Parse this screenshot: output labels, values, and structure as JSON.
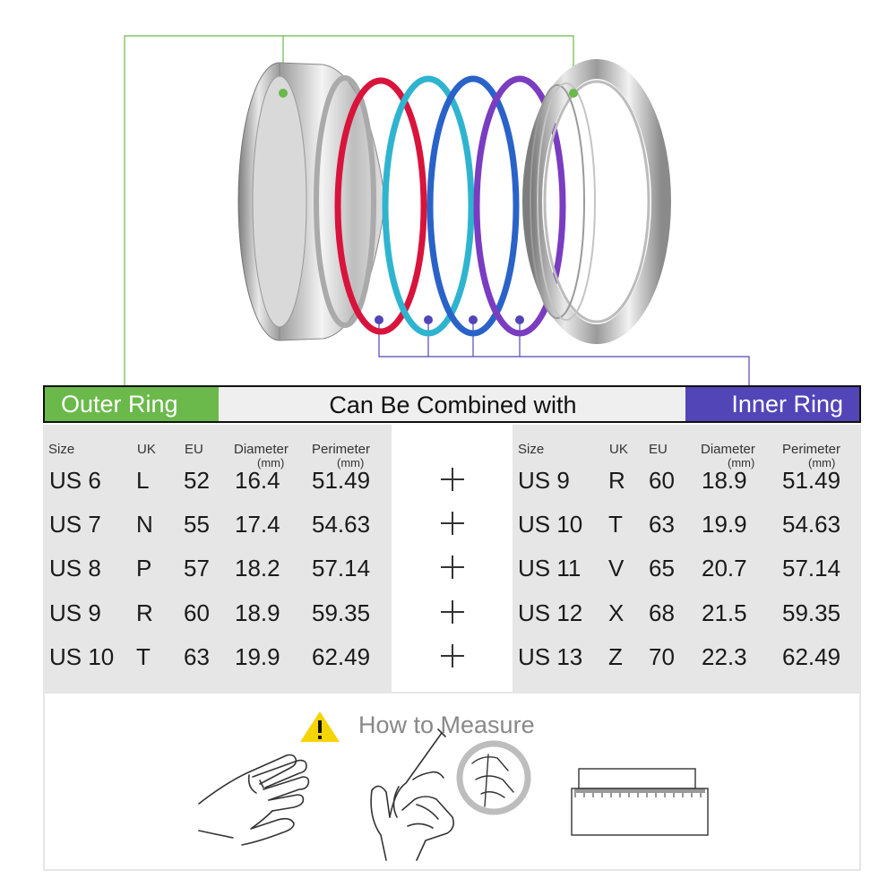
{
  "header": {
    "outer_ring": "Outer Ring",
    "combined_with": "Can Be Combined with",
    "inner_ring": "Inner Ring"
  },
  "columns": {
    "size": "Size",
    "uk": "UK",
    "eu": "EU",
    "diameter": "Diameter",
    "diameter_unit": "(mm)",
    "perimeter": "Perimeter",
    "perimeter_unit": "(mm)"
  },
  "outer_sizes": [
    {
      "size": "US 6",
      "uk": "L",
      "eu": "52",
      "diameter": "16.4",
      "perimeter": "51.49"
    },
    {
      "size": "US 7",
      "uk": "N",
      "eu": "55",
      "diameter": "17.4",
      "perimeter": "54.63"
    },
    {
      "size": "US 8",
      "uk": "P",
      "eu": "57",
      "diameter": "18.2",
      "perimeter": "57.14"
    },
    {
      "size": "US 9",
      "uk": "R",
      "eu": "60",
      "diameter": "18.9",
      "perimeter": "59.35"
    },
    {
      "size": "US 10",
      "uk": "T",
      "eu": "63",
      "diameter": "19.9",
      "perimeter": "62.49"
    }
  ],
  "inner_sizes": [
    {
      "size": "US 9",
      "uk": "R",
      "eu": "60",
      "diameter": "18.9",
      "perimeter": "51.49"
    },
    {
      "size": "US 10",
      "uk": "T",
      "eu": "63",
      "diameter": "19.9",
      "perimeter": "54.63"
    },
    {
      "size": "US 11",
      "uk": "V",
      "eu": "65",
      "diameter": "20.7",
      "perimeter": "57.14"
    },
    {
      "size": "US 12",
      "uk": "X",
      "eu": "68",
      "diameter": "21.5",
      "perimeter": "59.35"
    },
    {
      "size": "US 13",
      "uk": "Z",
      "eu": "70",
      "diameter": "22.3",
      "perimeter": "62.49"
    }
  ],
  "measure": {
    "title": "How to Measure"
  },
  "colors": {
    "outer_green": "#6ab94a",
    "inner_purple": "#5145b8",
    "panel_gray": "#e6e6e6",
    "ring_red": "#d8143c",
    "ring_cyan": "#2fb4d0",
    "ring_blue": "#2a63c8",
    "ring_violet": "#7a3cc0",
    "steel": "#b8b8b8"
  },
  "icons": {
    "warning": "warning-icon",
    "plus": "plus-icon",
    "hand": "hand-icon",
    "ruler": "ruler-icon"
  }
}
